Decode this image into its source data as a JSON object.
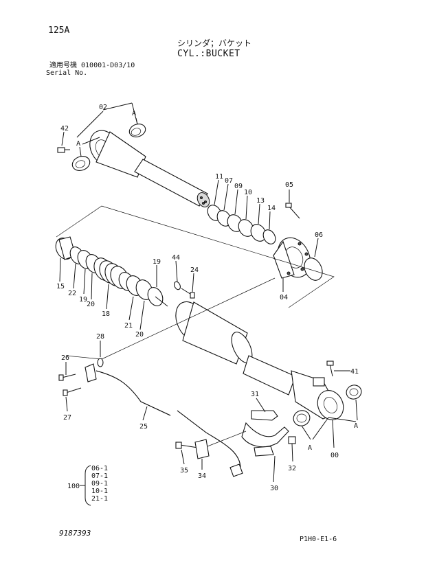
{
  "header": {
    "page_code": "125A",
    "title_jp": "シリンダ；バケット",
    "title_en": "CYL.:BUCKET",
    "serial_jp": "適用号機  010001-D03/10",
    "serial_en": "Serial No."
  },
  "callouts": {
    "p02": "02",
    "p42": "42",
    "pA1": "A",
    "pA2": "A",
    "pA3": "A",
    "p11": "11",
    "p07": "07",
    "p09": "09",
    "p10": "10",
    "p13": "13",
    "p14": "14",
    "p05": "05",
    "p06": "06",
    "p04": "04",
    "p15": "15",
    "p22": "22",
    "p19a": "19",
    "p20a": "20",
    "p18": "18",
    "p21": "21",
    "p20b": "20",
    "p19b": "19",
    "p44": "44",
    "p24": "24",
    "p28": "28",
    "p26": "26",
    "p27": "27",
    "p25": "25",
    "p41": "41",
    "p00": "00",
    "pA4": "A",
    "p31": "31",
    "p32": "32",
    "p30": "30",
    "p35": "35",
    "p34": "34",
    "kit_number": "100",
    "kit_items": [
      "06-1",
      "07-1",
      "09-1",
      "10-1",
      "21-1"
    ]
  },
  "footer": {
    "left_code": "9187393",
    "right_code": "P1H0-E1-6"
  }
}
